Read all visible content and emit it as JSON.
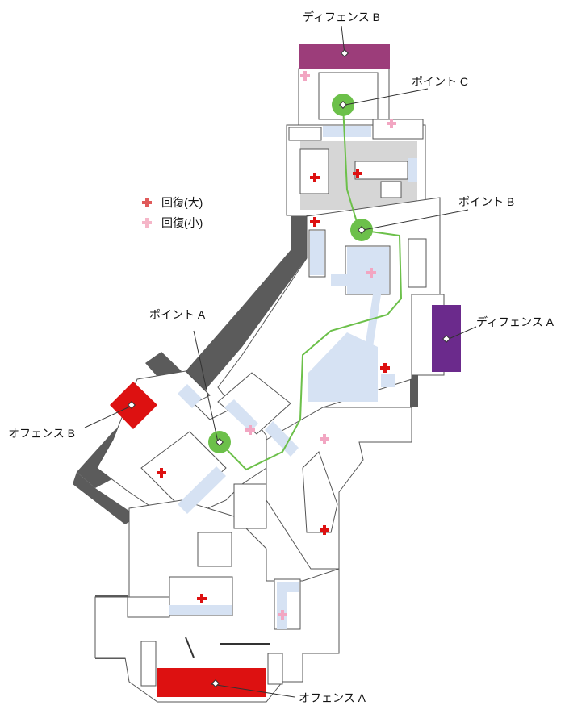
{
  "legend": {
    "items": [
      {
        "label": "回復(大)",
        "color": "#e05a5a",
        "icon": "plus-icon"
      },
      {
        "label": "回復(小)",
        "color": "#f5b6c8",
        "icon": "plus-icon"
      }
    ]
  },
  "labels": {
    "defense_b": "ディフェンス B",
    "defense_a": "ディフェンス A",
    "offense_a": "オフェンス A",
    "offense_b": "オフェンス B",
    "point_a": "ポイント A",
    "point_b": "ポイント B",
    "point_c": "ポイント C"
  },
  "colors": {
    "wall": "#5b5b5b",
    "floor": "#ffffff",
    "floor_stroke": "#555555",
    "shade": "#d6d6d6",
    "cover": "#d6e2f3",
    "point": "#6cc04a",
    "path": "#6cc04a",
    "defense_b": "#9c3d7a",
    "defense_a": "#6b2a8c",
    "offense": "#dd1111",
    "health_large": "#dd1111",
    "health_small": "#f2a6c2"
  }
}
